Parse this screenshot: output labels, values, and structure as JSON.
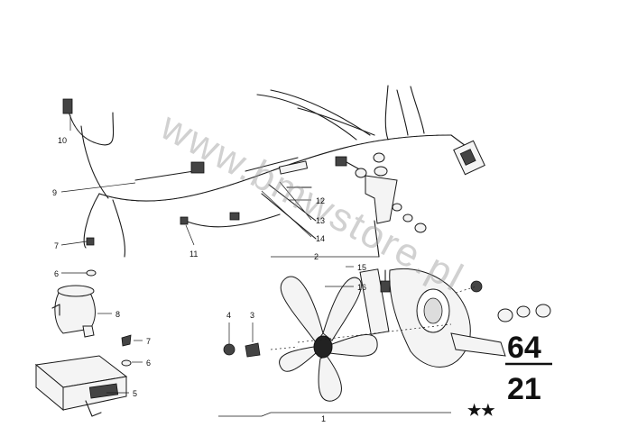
{
  "watermark": "www.bmwstore.pl",
  "section": {
    "group": "64",
    "subgroup": "21",
    "marker": "★★"
  },
  "callouts": {
    "c1": "1",
    "c2": "2",
    "c3": "3",
    "c4": "4",
    "c5": "5",
    "c6a": "6",
    "c6b": "6",
    "c7a": "7",
    "c7b": "7",
    "c8": "8",
    "c9": "9",
    "c10": "10",
    "c11": "11",
    "c12": "12",
    "c13": "13",
    "c14": "14",
    "c15": "15",
    "c16": "16"
  }
}
